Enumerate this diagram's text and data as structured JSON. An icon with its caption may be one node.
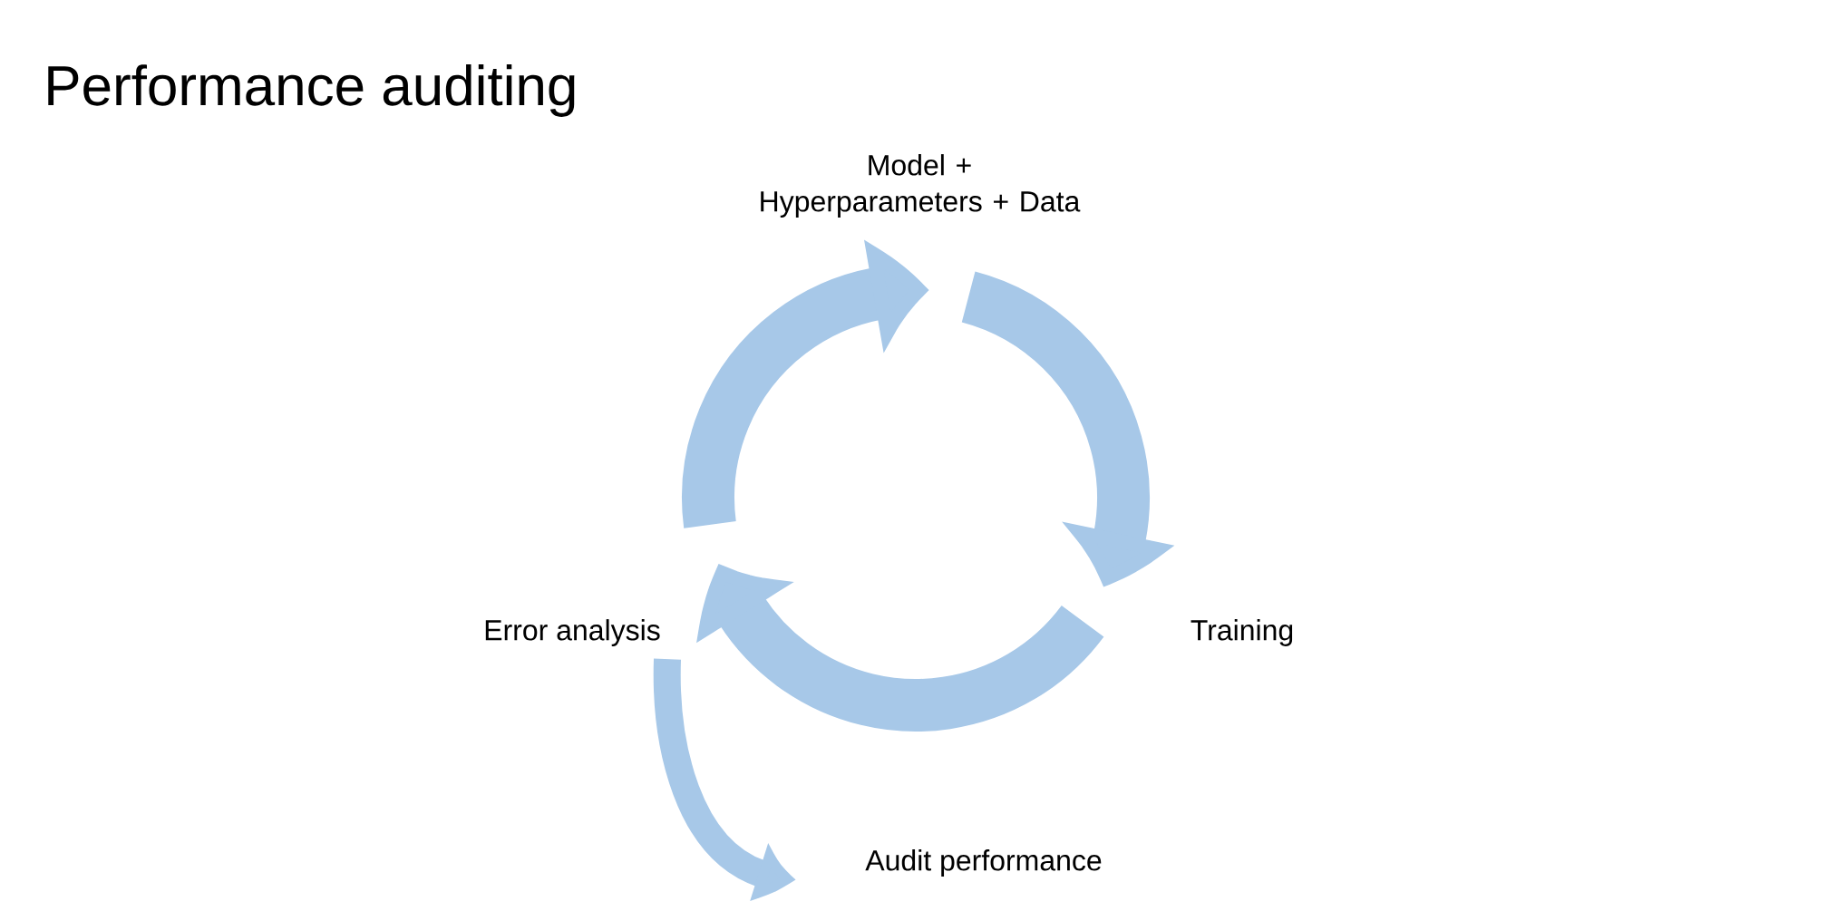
{
  "diagram": {
    "title": "Performance auditing",
    "nodes": [
      {
        "text": [
          "Model + Hyperparameters + Data"
        ]
      },
      {
        "text": [
          "Training"
        ]
      },
      {
        "text": [
          "Error analysis"
        ]
      },
      {
        "text": [
          "Audit performance"
        ]
      }
    ],
    "edges": [
      {
        "from": 0,
        "to": 1,
        "arrow": "to"
      },
      {
        "from": 1,
        "to": 2,
        "arrow": "to"
      },
      {
        "from": 2,
        "to": 0,
        "arrow": "to"
      },
      {
        "from": 2,
        "to": 3,
        "arrow": "to"
      }
    ]
  }
}
